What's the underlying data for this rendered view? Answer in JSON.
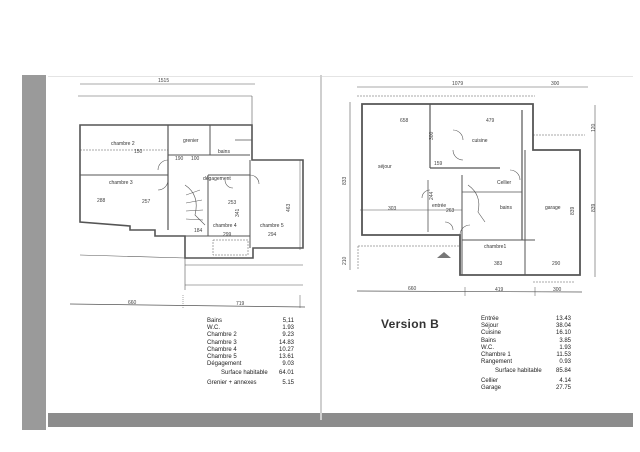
{
  "left_plan": {
    "top_dimension": "1515",
    "rooms": {
      "chambre2": "chambre 2",
      "chambre3": "chambre 3",
      "chambre4": "chambre 4",
      "chambre5": "chambre 5",
      "grenier": "grenier",
      "bains": "bains",
      "degagement": "dégagement"
    },
    "inner_dims": {
      "d288": "288",
      "d257": "257",
      "d253": "253",
      "d184": "184",
      "d299": "299",
      "d294": "294",
      "d463": "463",
      "d341": "341",
      "d190": "190",
      "d100": "100",
      "d150": "150"
    },
    "bottom_dims": [
      "660",
      "719"
    ],
    "areas_table": {
      "rows": [
        {
          "name": "Bains",
          "value": "5,11"
        },
        {
          "name": "W.C.",
          "value": "1.93"
        },
        {
          "name": "Chambre 2",
          "value": "9.23"
        },
        {
          "name": "Chambre 3",
          "value": "14.83"
        },
        {
          "name": "Chambre 4",
          "value": "10.27"
        },
        {
          "name": "Chambre 5",
          "value": "13.61"
        },
        {
          "name": "Dégagement",
          "value": "9.03"
        }
      ],
      "total": {
        "name": "Surface habitable",
        "value": "64.01"
      },
      "extra": {
        "name": "Grenier + annexes",
        "value": "5.15"
      }
    }
  },
  "right_plan": {
    "top_dims": [
      "1079",
      "300"
    ],
    "side_dims": {
      "left_main": "833",
      "left_lower": "210",
      "right_upper": "120",
      "right_main": "839"
    },
    "rooms": {
      "sejour": "séjour",
      "cuisine": "cuisine",
      "cellier": "Cellier",
      "entree": "entrée",
      "bains": "bains",
      "garage": "garage",
      "chambre1": "chambre1"
    },
    "inner_dims": {
      "d658": "658",
      "d479": "479",
      "d303": "303",
      "d383": "383",
      "d300": "300",
      "d159": "159",
      "d244": "244",
      "d263": "263",
      "d290": "290",
      "d839": "839"
    },
    "bottom_dims": [
      "660",
      "419",
      "300"
    ],
    "version_label": "Version B",
    "areas_table": {
      "rows": [
        {
          "name": "Entrée",
          "value": "13.43"
        },
        {
          "name": "Séjour",
          "value": "38.04"
        },
        {
          "name": "Cuisine",
          "value": "16.10"
        },
        {
          "name": "Bains",
          "value": "3.85"
        },
        {
          "name": "W.C.",
          "value": "1.93"
        },
        {
          "name": "Chambre 1",
          "value": "11.53"
        },
        {
          "name": "Rangement",
          "value": "0.93"
        }
      ],
      "total": {
        "name": "Surface habitable",
        "value": "85.84"
      },
      "extra": [
        {
          "name": "Cellier",
          "value": "4.14"
        },
        {
          "name": "Garage",
          "value": "27.75"
        }
      ]
    }
  }
}
